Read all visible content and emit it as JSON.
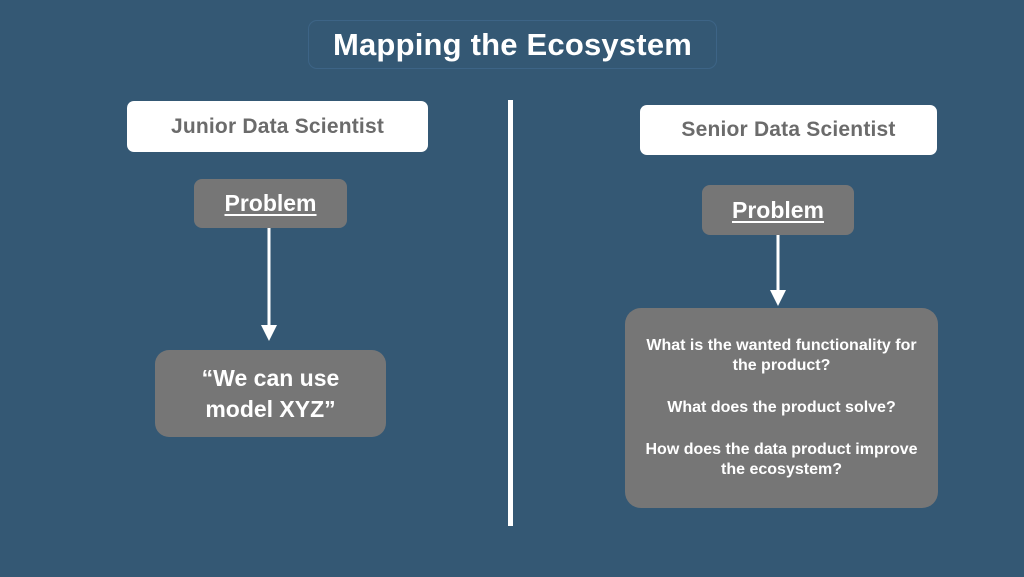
{
  "slide": {
    "background_color": "#345874",
    "accent_box_color": "#767676",
    "pill_color": "#ffffff",
    "text_on_dark_color": "#ffffff",
    "pill_text_color": "#6b6b6b"
  },
  "title": {
    "text": "Mapping the Ecosystem"
  },
  "divider": {
    "name": "vertical-separator"
  },
  "columns": {
    "left": {
      "role": "Junior Data Scientist",
      "problem_label": "Problem",
      "arrow": "down-arrow",
      "answer": {
        "lines": [
          "“We can use",
          "model XYZ”"
        ]
      }
    },
    "right": {
      "role": "Senior Data Scientist",
      "problem_label": "Problem",
      "arrow": "down-arrow",
      "answer": {
        "lines": [
          "What is the wanted functionality for the product?",
          "What does the product solve?",
          "How does the data product improve the ecosystem?"
        ]
      }
    }
  }
}
